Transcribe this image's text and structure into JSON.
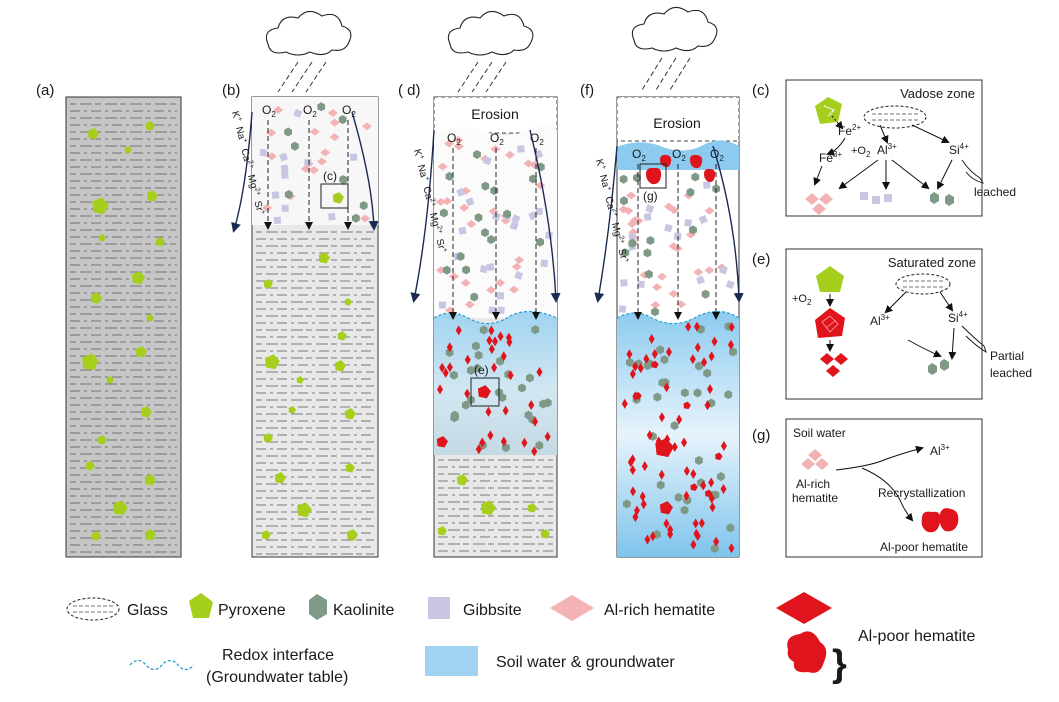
{
  "panels": {
    "a": "(a)",
    "b": "(b)",
    "d": "( d)",
    "f": "(f)",
    "c": "(c)",
    "e": "(e)",
    "g": "(g)"
  },
  "columns": {
    "erosion": "Erosion",
    "o2": "O",
    "o2_sub": "2",
    "inset_c": "(c)",
    "inset_e": "(e)",
    "inset_g": "(g)",
    "ions": [
      {
        "base": "K",
        "sup": "+"
      },
      {
        "base": "Na",
        "sup": "+"
      },
      {
        "base": "Ca",
        "sup": "2+"
      },
      {
        "base": "Mg",
        "sup": "2+"
      },
      {
        "base": "Sr",
        "sup": "+"
      }
    ]
  },
  "box_c": {
    "title": "Vadose zone",
    "fe2": "Fe",
    "fe2_sup": "2+",
    "o2": "+O",
    "o2_sub": "2",
    "fe3": "Fe",
    "fe3_sup": "3+",
    "al": "Al",
    "al_sup": "3+",
    "si": "Si",
    "si_sup": "4+",
    "leached": "leached"
  },
  "box_e": {
    "title": "Saturated zone",
    "o2": "+O",
    "o2_sub": "2",
    "al": "Al",
    "al_sup": "3+",
    "si": "Si",
    "si_sup": "4+",
    "partial": "Partial",
    "leached": "leached"
  },
  "box_g": {
    "soil_water": "Soil water",
    "al": "Al",
    "al_sup": "3+",
    "al_rich_1": "Al-rich",
    "al_rich_2": "hematite",
    "recryst": "Recrystallization",
    "al_poor": "Al-poor hematite"
  },
  "legend": {
    "glass": "Glass",
    "pyroxene": "Pyroxene",
    "kaolinite": "Kaolinite",
    "gibbsite": "Gibbsite",
    "al_rich": "Al-rich hematite",
    "al_poor": "Al-poor hematite",
    "redox_1": "Redox interface",
    "redox_2": "(Groundwater table)",
    "water": "Soil water & groundwater"
  },
  "colors": {
    "pyroxene": "#a5cf1c",
    "kaolinite": "#7f9987",
    "gibbsite": "#c9c6e4",
    "al_rich_hematite": "#f3b3b5",
    "al_poor_hematite": "#e0141c",
    "groundwater": "#9fd3f1",
    "bedrock": "#c6c6c6",
    "redox": "#2a9fd0"
  }
}
